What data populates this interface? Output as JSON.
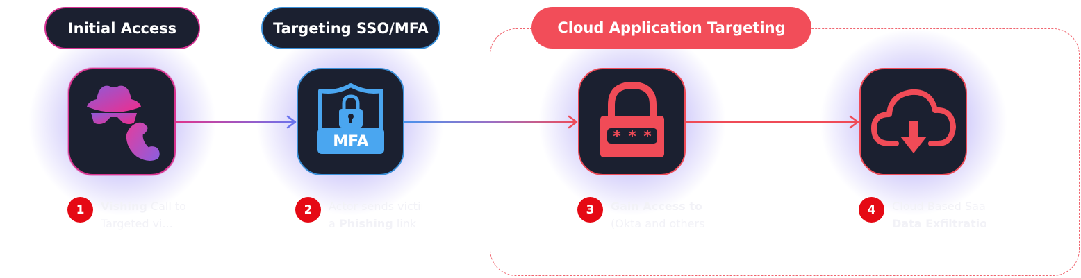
{
  "headers": {
    "initial_access": "Initial Access",
    "targeting_sso_mfa": "Targeting SSO/MFA",
    "cloud_application_targeting": "Cloud Application Targeting"
  },
  "icons": {
    "step1": "hacker-phone-icon",
    "step2": "mfa-shield-icon",
    "step3": "password-lock-icon",
    "step4": "cloud-download-icon"
  },
  "mfa_label": "MFA",
  "steps": [
    {
      "number": "1",
      "bold": "Vishing",
      "text": " Call to",
      "line2": "Targeted vi..."
    },
    {
      "number": "2",
      "text": "Actor sends victim",
      "line2_prefix": "a ",
      "bold": "Phishing",
      "line2_suffix": " link"
    },
    {
      "number": "3",
      "bold": "Gain Access to SSO",
      "line2": "(Okta and others)"
    },
    {
      "number": "4",
      "text": "Cloud Based SaaS",
      "bold": "Data Exfiltration"
    }
  ],
  "colors": {
    "tile_bg": "#1b2030",
    "pink": "#d8338f",
    "blue": "#3a8fd8",
    "red": "#ef4b57",
    "badge": "#e50914"
  }
}
